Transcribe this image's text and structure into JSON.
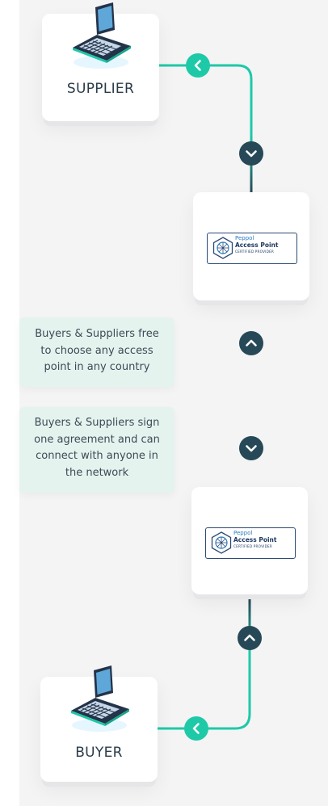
{
  "colors": {
    "accent": "#1ec9a8",
    "dark": "#274957",
    "note_bg": "#e5f3ef",
    "logo_blue": "#1f3a63"
  },
  "supplier": {
    "label": "SUPPLIER",
    "icon": "laptop-icon"
  },
  "buyer": {
    "label": "BUYER",
    "icon": "laptop-icon"
  },
  "access_point_top": {
    "brand": "Peppol",
    "title": "Access Point",
    "subtitle": "CERTIFIED PROVIDER",
    "icon": "peppol-emblem-icon"
  },
  "access_point_bottom": {
    "brand": "Peppol",
    "title": "Access Point",
    "subtitle": "CERTIFIED PROVIDER",
    "icon": "peppol-emblem-icon"
  },
  "notes": [
    {
      "text": "Buyers & Suppliers free to choose any access point in any country"
    },
    {
      "text": "Buyers & Suppliers sign one agreement and can connect with anyone in the network"
    }
  ],
  "connectors": [
    {
      "icon": "chevron-left-icon",
      "color": "accent"
    },
    {
      "icon": "chevron-down-icon",
      "color": "dark"
    },
    {
      "icon": "chevron-up-icon",
      "color": "dark"
    },
    {
      "icon": "chevron-down-icon",
      "color": "dark"
    },
    {
      "icon": "chevron-up-icon",
      "color": "dark"
    },
    {
      "icon": "chevron-left-icon",
      "color": "accent"
    }
  ]
}
